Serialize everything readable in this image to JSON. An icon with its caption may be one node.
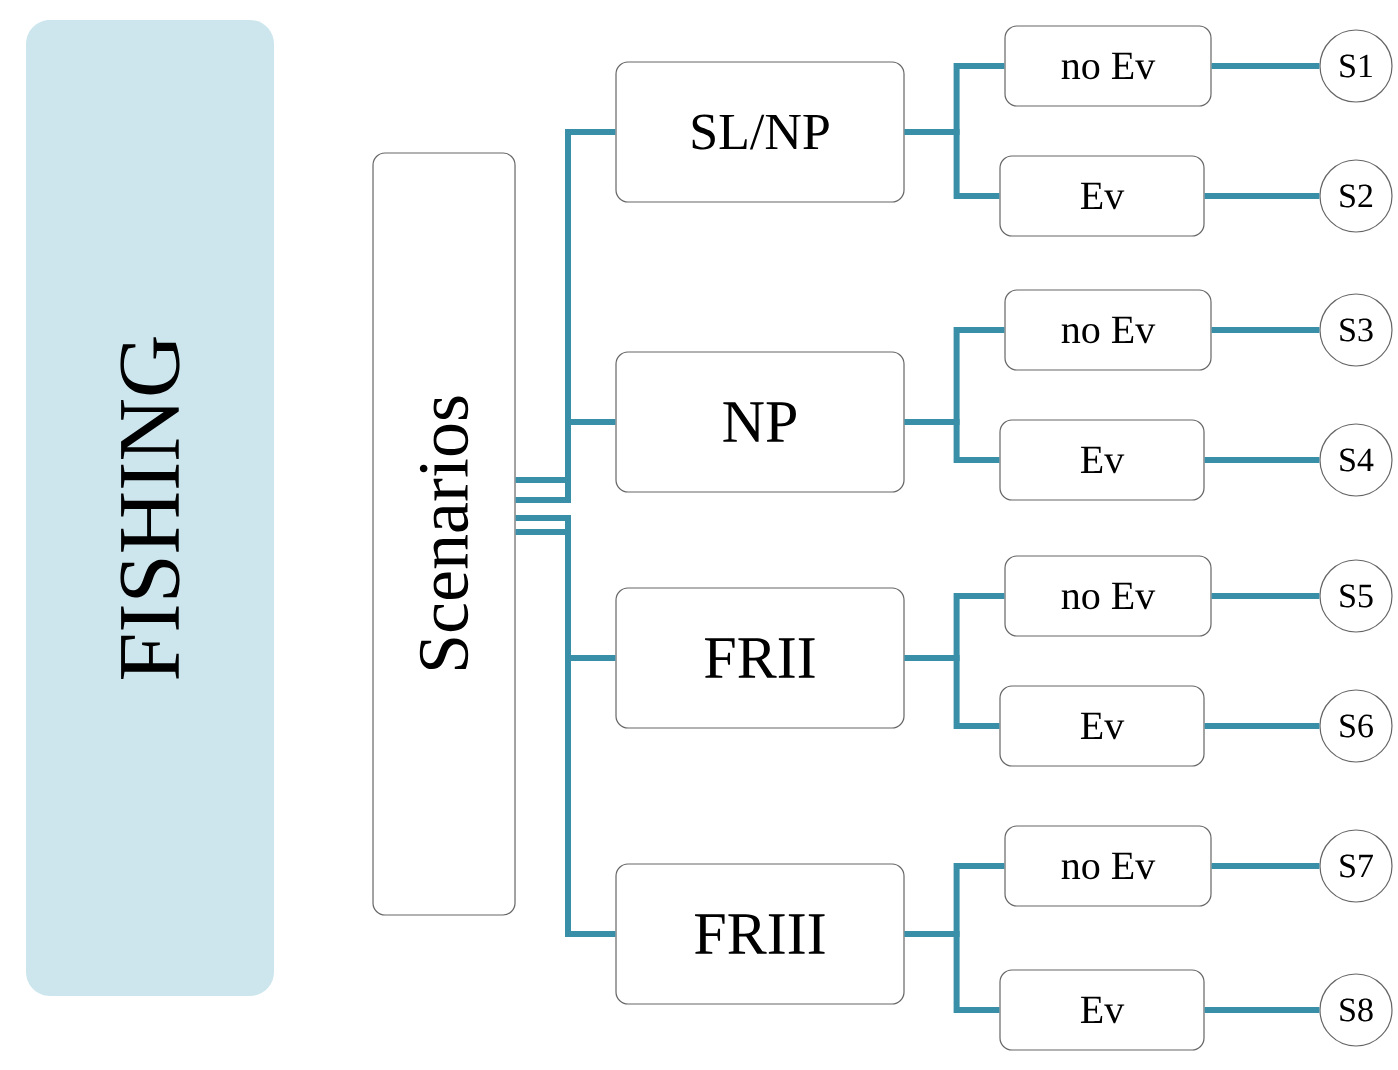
{
  "diagram": {
    "nodes": [
      {
        "text": [
          "FISHING"
        ]
      },
      {
        "text": [
          "Scenarios"
        ]
      },
      {
        "text": [
          "SL/NP"
        ]
      },
      {
        "text": [
          "no Ev"
        ]
      },
      {
        "text": [
          "Ev"
        ]
      },
      {
        "text": [
          "S1"
        ]
      },
      {
        "text": [
          "S2"
        ]
      },
      {
        "text": [
          "NP"
        ]
      },
      {
        "text": [
          "no Ev"
        ]
      },
      {
        "text": [
          "Ev"
        ]
      },
      {
        "text": [
          "S3"
        ]
      },
      {
        "text": [
          "S4"
        ]
      },
      {
        "text": [
          "FRII"
        ]
      },
      {
        "text": [
          "no Ev"
        ]
      },
      {
        "text": [
          "Ev"
        ]
      },
      {
        "text": [
          "S5"
        ]
      },
      {
        "text": [
          "S6"
        ]
      },
      {
        "text": [
          "FRIII"
        ]
      },
      {
        "text": [
          "no Ev"
        ]
      },
      {
        "text": [
          "Ev"
        ]
      },
      {
        "text": [
          "S7"
        ]
      },
      {
        "text": [
          "S8"
        ]
      }
    ],
    "edges": [
      {
        "from": 1,
        "to": 2,
        "arrow": "none"
      },
      {
        "from": 2,
        "to": 3,
        "arrow": "none"
      },
      {
        "from": 2,
        "to": 4,
        "arrow": "none"
      },
      {
        "from": 3,
        "to": 5,
        "arrow": "none"
      },
      {
        "from": 4,
        "to": 6,
        "arrow": "none"
      },
      {
        "from": 1,
        "to": 7,
        "arrow": "none"
      },
      {
        "from": 7,
        "to": 8,
        "arrow": "none"
      },
      {
        "from": 7,
        "to": 9,
        "arrow": "none"
      },
      {
        "from": 8,
        "to": 10,
        "arrow": "none"
      },
      {
        "from": 9,
        "to": 11,
        "arrow": "none"
      },
      {
        "from": 1,
        "to": 12,
        "arrow": "none"
      },
      {
        "from": 12,
        "to": 13,
        "arrow": "none"
      },
      {
        "from": 12,
        "to": 14,
        "arrow": "none"
      },
      {
        "from": 13,
        "to": 15,
        "arrow": "none"
      },
      {
        "from": 14,
        "to": 16,
        "arrow": "none"
      },
      {
        "from": 1,
        "to": 17,
        "arrow": "none"
      },
      {
        "from": 17,
        "to": 18,
        "arrow": "none"
      },
      {
        "from": 17,
        "to": 19,
        "arrow": "none"
      },
      {
        "from": 18,
        "to": 20,
        "arrow": "none"
      },
      {
        "from": 19,
        "to": 21,
        "arrow": "none"
      }
    ]
  }
}
